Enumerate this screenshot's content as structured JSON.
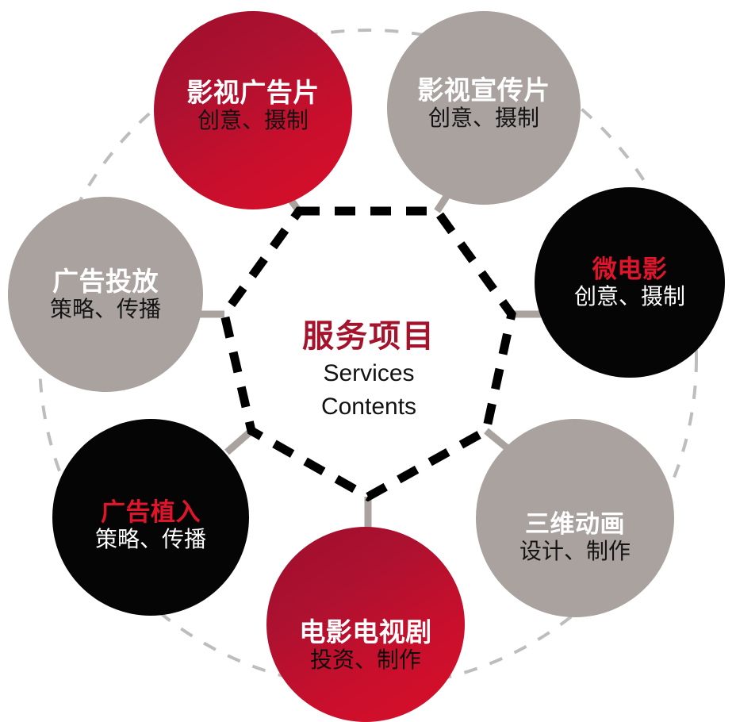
{
  "diagram": {
    "hub": {
      "title_cn": "服务项目",
      "title_en_line1": "Services",
      "title_en_line2": "Contents",
      "shape": "dashed-heptagon",
      "accent_color": "#a5122c"
    },
    "outer_ring": {
      "style": "dashed-circle",
      "color": "#bdbdbd"
    },
    "connector_color": "#a9a29e",
    "nodes": [
      {
        "id": "tvc",
        "position": "top-left",
        "title": "影视广告片",
        "subtitle": "创意、摄制",
        "fill": "#c01030",
        "title_color": "#ffffff",
        "subtitle_color": "#111111"
      },
      {
        "id": "promo",
        "position": "top-right",
        "title": "影视宣传片",
        "subtitle": "创意、摄制",
        "fill": "#a9a29e",
        "title_color": "#ffffff",
        "subtitle_color": "#141414"
      },
      {
        "id": "micro",
        "position": "right",
        "title": "微电影",
        "subtitle": "创意、摄制",
        "fill": "#050505",
        "title_color": "#e0142b",
        "subtitle_color": "#ffffff"
      },
      {
        "id": "3d",
        "position": "bottom-right",
        "title": "三维动画",
        "subtitle": "设计、制作",
        "fill": "#a9a29e",
        "title_color": "#ffffff",
        "subtitle_color": "#141414"
      },
      {
        "id": "filmtv",
        "position": "bottom",
        "title": "电影电视剧",
        "subtitle": "投资、制作",
        "fill": "#c01030",
        "title_color": "#ffffff",
        "subtitle_color": "#0d0d0d"
      },
      {
        "id": "placement",
        "position": "bottom-left",
        "title": "广告植入",
        "subtitle": "策略、传播",
        "fill": "#050505",
        "title_color": "#e0142b",
        "subtitle_color": "#ffffff"
      },
      {
        "id": "adbuy",
        "position": "left",
        "title": "广告投放",
        "subtitle": "策略、传播",
        "fill": "#a9a29e",
        "title_color": "#ffffff",
        "subtitle_color": "#141414"
      }
    ]
  }
}
